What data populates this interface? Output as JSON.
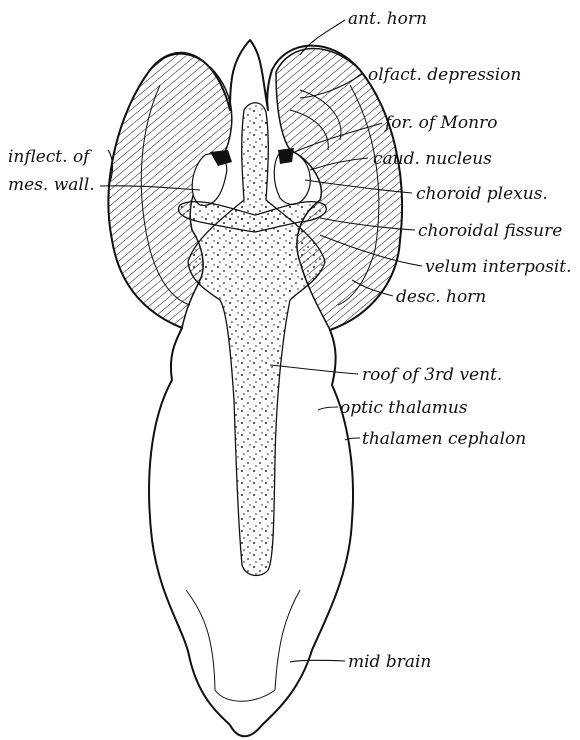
{
  "labels": {
    "ant_horn": "ant. horn",
    "olfact_depression": "olfact. depression",
    "for_of_monro": "for. of Monro",
    "caud_nucleus": "caud. nucleus",
    "choroid_plexus": "choroid plexus.",
    "choroidal_fissure": "choroidal fissure",
    "velum_interposit": "velum interposit.",
    "desc_horn": "desc. horn",
    "roof_3rd_vent": "roof of 3rd vent.",
    "optic_thalamus": "optic thalamus",
    "thalamen_cephalon": "thalamen cephalon",
    "mid_brain": "mid brain",
    "inflect_line1": "inflect. of",
    "inflect_line2": "mes. wall."
  }
}
